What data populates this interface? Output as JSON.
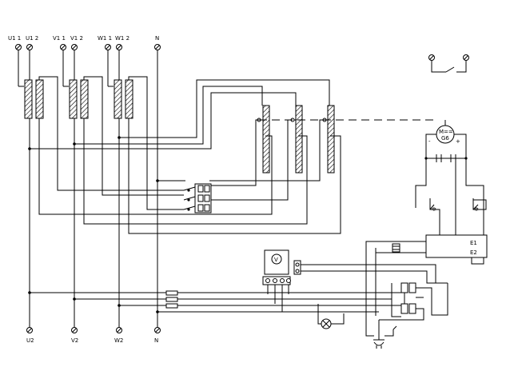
{
  "diagram": {
    "top_terminals": [
      "U1 1",
      "U1 2",
      "V1 1",
      "V1 2",
      "W1 1",
      "W1 2",
      "N"
    ],
    "bottom_terminals": [
      "U2",
      "V2",
      "W2",
      "N"
    ],
    "labels": {
      "motor": "M==",
      "motor_sub": "G6",
      "plus": "+",
      "minus": "-",
      "voltmeter": "V",
      "ctrl_1": "E1",
      "ctrl_2": "E2"
    }
  }
}
